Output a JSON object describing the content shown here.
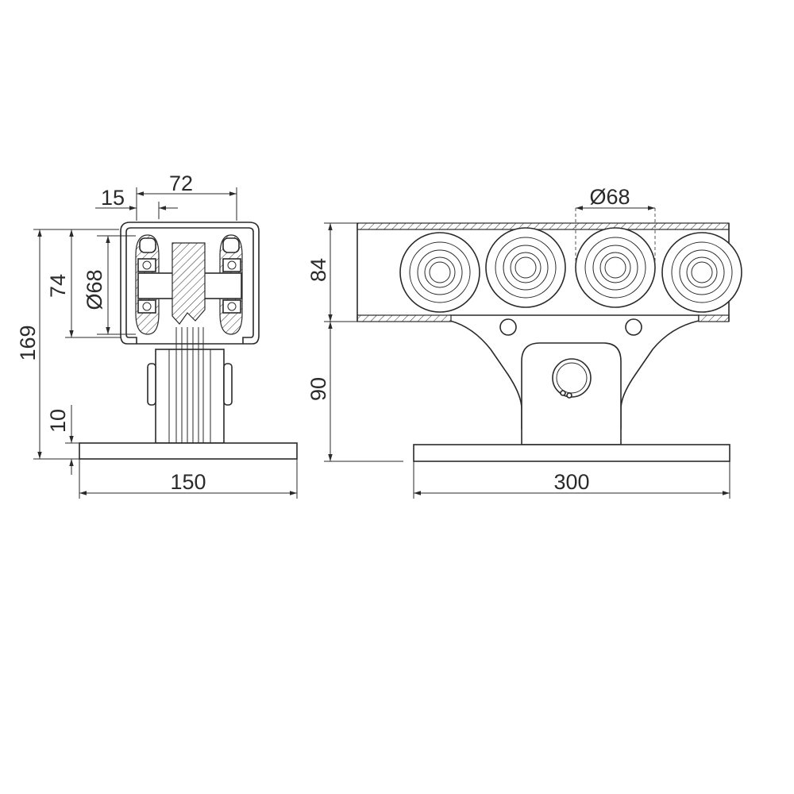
{
  "side_view": {
    "dim_flange": "15",
    "dim_width": "72",
    "dim_total_height": "169",
    "dim_rail_height": "74",
    "dim_wheel_diameter": "Ø68",
    "dim_plate_thickness": "10",
    "dim_plate_width": "150"
  },
  "front_view": {
    "dim_wheel_spacing": "Ø68",
    "dim_rail_height": "84",
    "dim_bracket_height": "90",
    "dim_plate_length": "300"
  }
}
